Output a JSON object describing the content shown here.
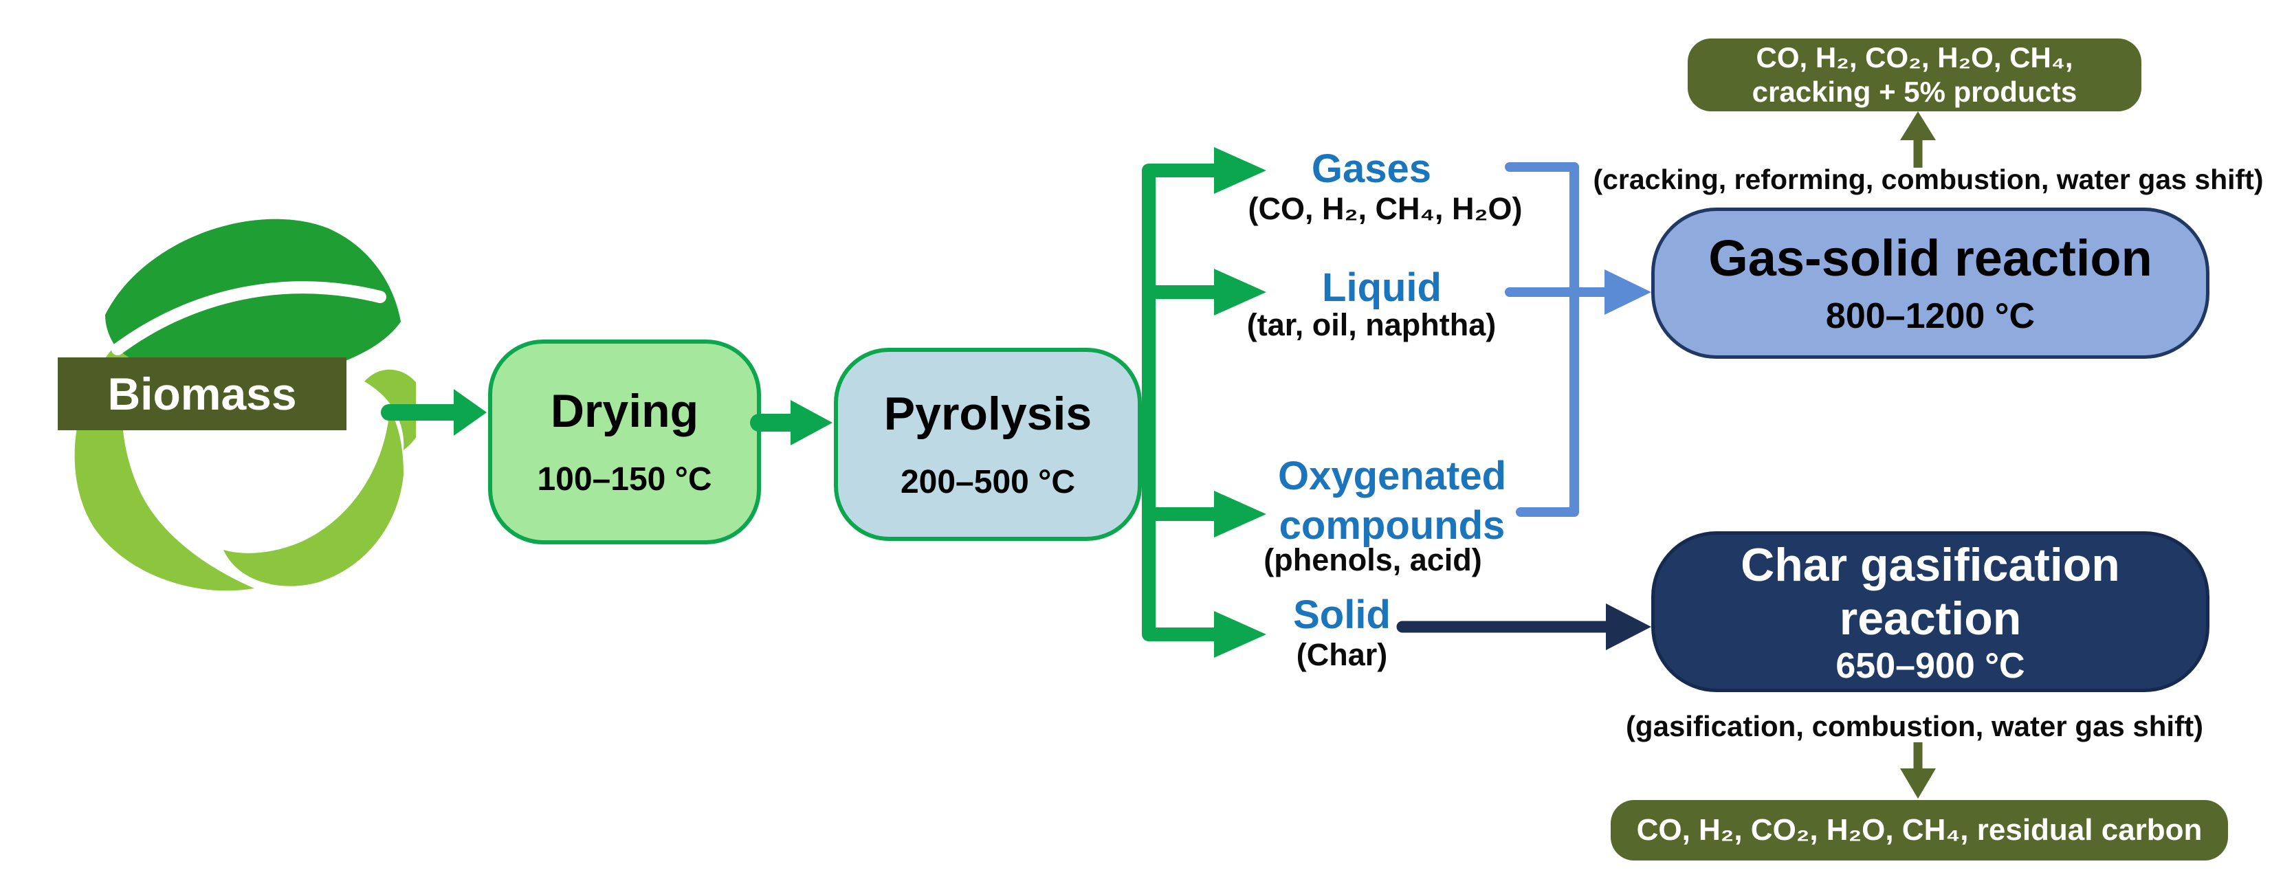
{
  "logo": {
    "label": "Biomass"
  },
  "process_boxes": {
    "drying": {
      "title": "Drying",
      "temp": "100–150 °C"
    },
    "pyrolysis": {
      "title": "Pyrolysis",
      "temp": "200–500 °C"
    }
  },
  "pyrolysis_products": {
    "gases": {
      "name": "Gases",
      "composition": "(CO, H₂, CH₄, H₂O)"
    },
    "liquid": {
      "name": "Liquid",
      "composition": "(tar, oil, naphtha)"
    },
    "oxygenated": {
      "name": "Oxygenated compounds",
      "composition": "(phenols, acid)"
    },
    "solid": {
      "name": "Solid",
      "composition": "(Char)"
    }
  },
  "reactions": {
    "gas_solid": {
      "title": "Gas-solid reaction",
      "temp": "800–1200 °C",
      "mechanisms": "(cracking, reforming, combustion, water gas shift)",
      "products_line1": "CO, H₂, CO₂, H₂O, CH₄,",
      "products_line2": "cracking + 5% products"
    },
    "char_gasification": {
      "title": "Char gasification reaction",
      "temp": "650–900 °C",
      "mechanisms": "(gasification, combustion, water gas shift)",
      "products": "CO, H₂, CO₂, H₂O, CH₄, residual carbon"
    }
  },
  "colors": {
    "green_accent": "#0CA64E",
    "drying_fill": "#A6E79E",
    "pyrolysis_fill": "#BDD9E3",
    "gas_solid_fill": "#8FAADC",
    "navy": "#1F3864",
    "blue_connector": "#5B8BD5",
    "blue_label": "#1B75BC",
    "olive": "#56682B",
    "olive_banner": "#4E5D26",
    "logo_dark_leaf": "#1E9E33",
    "logo_light_leaf": "#8CC63F"
  }
}
